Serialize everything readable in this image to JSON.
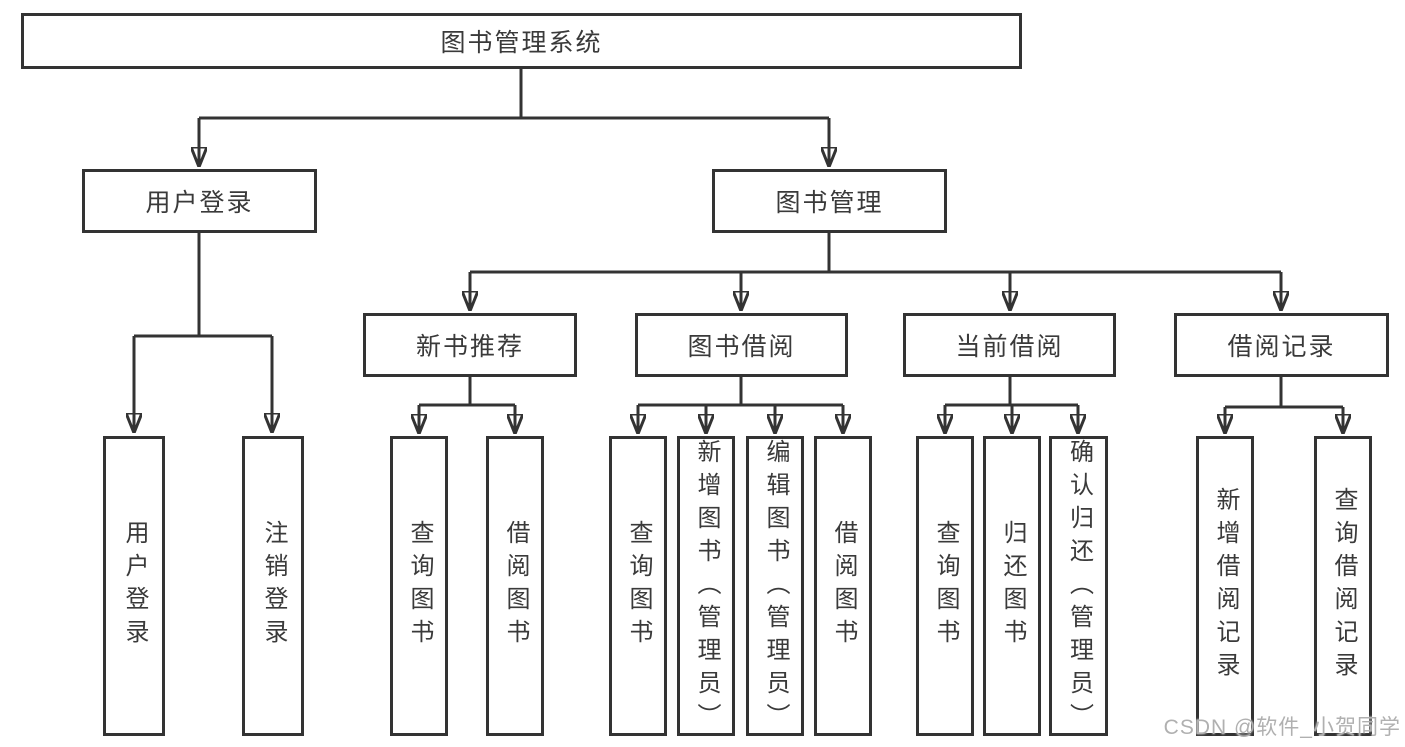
{
  "diagram_type": "hierarchy-tree",
  "colors": {
    "line": "#333333",
    "box_border": "#333333",
    "text": "#3a3a3a",
    "background": "#ffffff",
    "watermark": "#b0b0b0"
  },
  "watermark": "CSDN @软件_小贺同学",
  "nodes": {
    "root": {
      "label": "图书管理系统"
    },
    "user_login": {
      "label": "用户登录"
    },
    "book_mgmt": {
      "label": "图书管理"
    },
    "new_book_rec": {
      "label": "新书推荐"
    },
    "book_borrow": {
      "label": "图书借阅"
    },
    "current_borrow": {
      "label": "当前借阅"
    },
    "borrow_records": {
      "label": "借阅记录"
    },
    "leaf_user_login": {
      "label": "用户登录"
    },
    "leaf_logout": {
      "label": "注销登录"
    },
    "rec_query_book": {
      "label": "查询图书"
    },
    "rec_borrow_book": {
      "label": "借阅图书"
    },
    "bb_query_book": {
      "label": "查询图书"
    },
    "bb_add_book": {
      "label": "新增图书（管理员）"
    },
    "bb_edit_book": {
      "label": "编辑图书（管理员）"
    },
    "bb_borrow_book": {
      "label": "借阅图书"
    },
    "cb_query_book": {
      "label": "查询图书"
    },
    "cb_return_book": {
      "label": "归还图书"
    },
    "cb_confirm_return": {
      "label": "确认归还（管理员）"
    },
    "br_add_record": {
      "label": "新增借阅记录"
    },
    "br_query_record": {
      "label": "查询借阅记录"
    }
  },
  "hierarchy": {
    "图书管理系统": [
      "用户登录",
      "图书管理"
    ],
    "用户登录": [
      "用户登录",
      "注销登录"
    ],
    "图书管理": [
      "新书推荐",
      "图书借阅",
      "当前借阅",
      "借阅记录"
    ],
    "新书推荐": [
      "查询图书",
      "借阅图书"
    ],
    "图书借阅": [
      "查询图书",
      "新增图书（管理员）",
      "编辑图书（管理员）",
      "借阅图书"
    ],
    "当前借阅": [
      "查询图书",
      "归还图书",
      "确认归还（管理员）"
    ],
    "借阅记录": [
      "新增借阅记录",
      "查询借阅记录"
    ]
  }
}
